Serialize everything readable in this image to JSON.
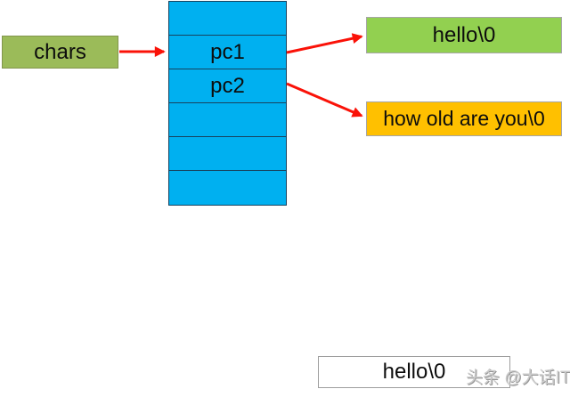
{
  "pointer": {
    "label": "chars"
  },
  "stack": {
    "cells": [
      "",
      "pc1",
      "pc2",
      "",
      "",
      ""
    ]
  },
  "strings": {
    "string1": "hello\\0",
    "string2": "how old are you\\0",
    "result": "hello\\0"
  },
  "watermark": {
    "text": "头条 @大话IT"
  },
  "colors": {
    "stack_fill": "#00b0f0",
    "stack_border": "#18425e",
    "pointer_fill": "#9bbb59",
    "pointer_border": "#82954d",
    "string1_fill": "#92d050",
    "string2_fill": "#ffc000",
    "box_border": "#a6a6a6",
    "result_border": "#9e9e9e",
    "arrow": "#fa1208"
  }
}
